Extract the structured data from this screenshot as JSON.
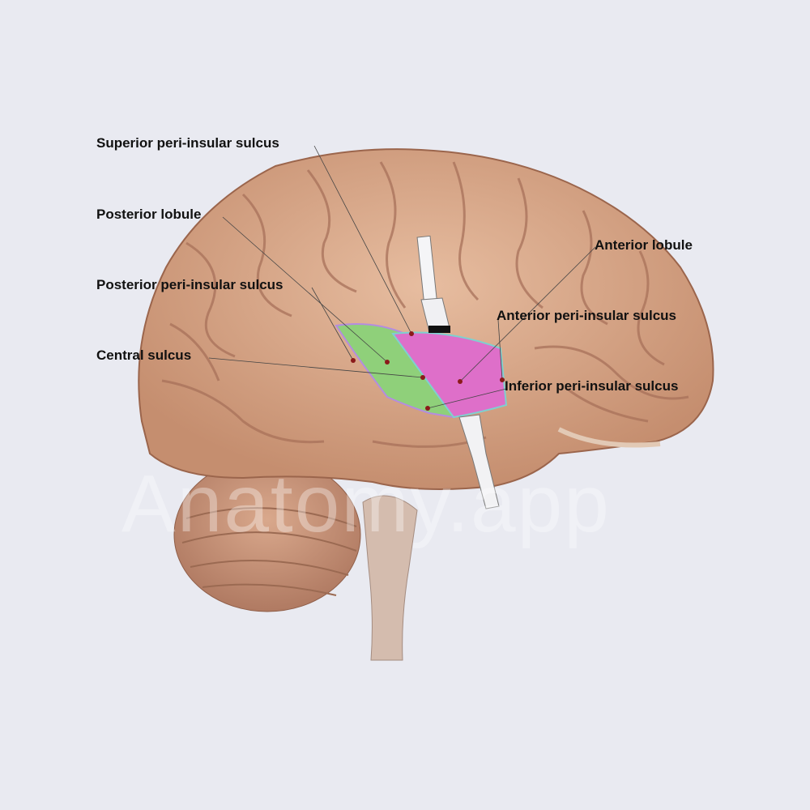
{
  "watermark": "Anatomy.app",
  "labels": {
    "superior_peri_insular_sulcus": "Superior peri-insular sulcus",
    "posterior_lobule": "Posterior lobule",
    "posterior_peri_insular_sulcus": "Posterior peri-insular sulcus",
    "central_sulcus": "Central sulcus",
    "anterior_lobule": "Anterior lobule",
    "anterior_peri_insular_sulcus": "Anterior peri-insular sulcus",
    "inferior_peri_insular_sulcus": "Inferior peri-insular sulcus"
  },
  "colors": {
    "background": "#e9eaf1",
    "cortex": "#d9a98a",
    "posterior_lobule": "#8fd07a",
    "anterior_lobule": "#de6fc9",
    "leader_dot": "#8b1a1a"
  }
}
